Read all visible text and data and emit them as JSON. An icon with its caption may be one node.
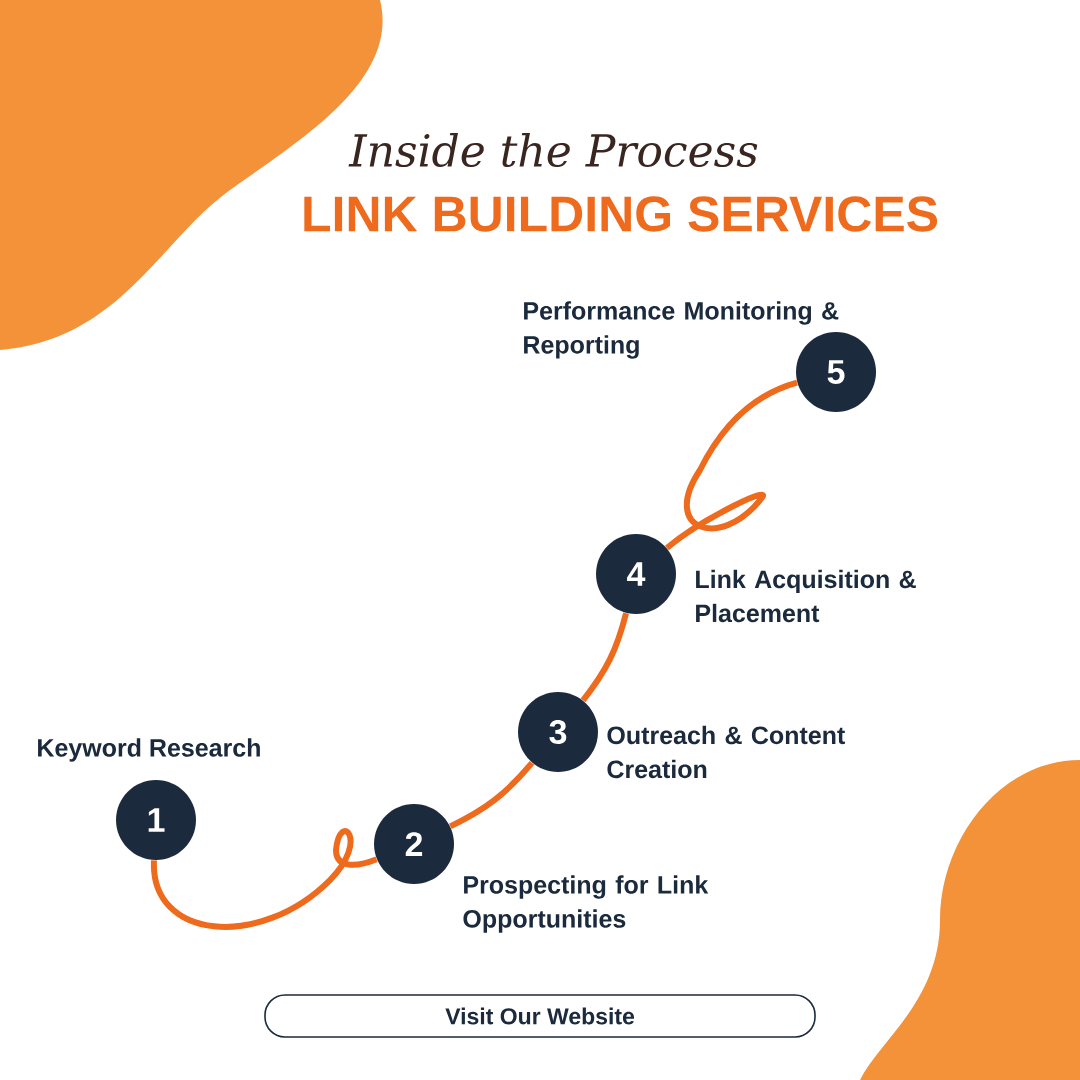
{
  "diagram": {
    "title": "Inside the Process",
    "labels": [
      "LINK BUILDING SERVICES"
    ],
    "nodes": [
      {
        "text": [
          "1"
        ],
        "beside": [
          "Keyword Research"
        ]
      },
      {
        "text": [
          "2"
        ],
        "beside": [
          "Prospecting for Link Opportunities"
        ]
      },
      {
        "text": [
          "3"
        ],
        "beside": [
          "Outreach & Content Creation"
        ]
      },
      {
        "text": [
          "4"
        ],
        "beside": [
          "Link Acquisition & Placement"
        ]
      },
      {
        "text": [
          "5"
        ],
        "beside": [
          "Performance Monitoring & Reporting"
        ]
      },
      {
        "text": [
          "Visit Our Website"
        ]
      }
    ],
    "edges": [
      {
        "from": 0,
        "to": 1,
        "arrow": "none"
      },
      {
        "from": 1,
        "to": 2,
        "arrow": "none"
      },
      {
        "from": 2,
        "to": 3,
        "arrow": "none"
      },
      {
        "from": 3,
        "to": 4,
        "arrow": "none"
      }
    ]
  }
}
